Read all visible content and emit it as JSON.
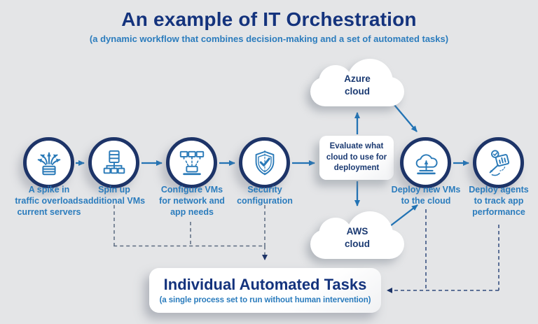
{
  "header": {
    "title": "An example of IT Orchestration",
    "subtitle": "(a dynamic workflow that combines decision-making and a set of automated tasks)"
  },
  "steps": [
    {
      "id": "traffic-spike",
      "label": "A spike in\ntraffic overloads\ncurrent servers",
      "icon": "traffic-spike-icon"
    },
    {
      "id": "spin-up-vms",
      "label": "Spin up\nadditional VMs",
      "icon": "server-network-icon"
    },
    {
      "id": "configure-vms",
      "label": "Configure VMs\nfor network and\napp needs",
      "icon": "vm-configuration-icon"
    },
    {
      "id": "security",
      "label": "Security\nconfiguration",
      "icon": "shield-check-icon"
    },
    {
      "id": "deploy-vms",
      "label": "Deploy new VMs\nto the cloud",
      "icon": "cloud-upload-icon"
    },
    {
      "id": "deploy-agents",
      "label": "Deploy agents\nto track app\nperformance",
      "icon": "performance-tracking-icon"
    }
  ],
  "decision_box": {
    "label": "Evaluate what\ncloud to use for\ndeployment"
  },
  "clouds": {
    "azure": {
      "label": "Azure\ncloud"
    },
    "aws": {
      "label": "AWS\ncloud"
    }
  },
  "footer": {
    "title": "Individual Automated Tasks",
    "subtitle": "(a single process set to run without human intervention)"
  },
  "colors": {
    "background": "#e4e5e7",
    "title_navy": "#14337d",
    "accent_blue": "#2b7cbd",
    "icon_blue": "#2a7ab8",
    "ring_navy": "#1d3468",
    "arrow_blue": "#2273b4",
    "dashed_slate": "#5b6b80",
    "dashed_navy": "#2e4a7c"
  }
}
